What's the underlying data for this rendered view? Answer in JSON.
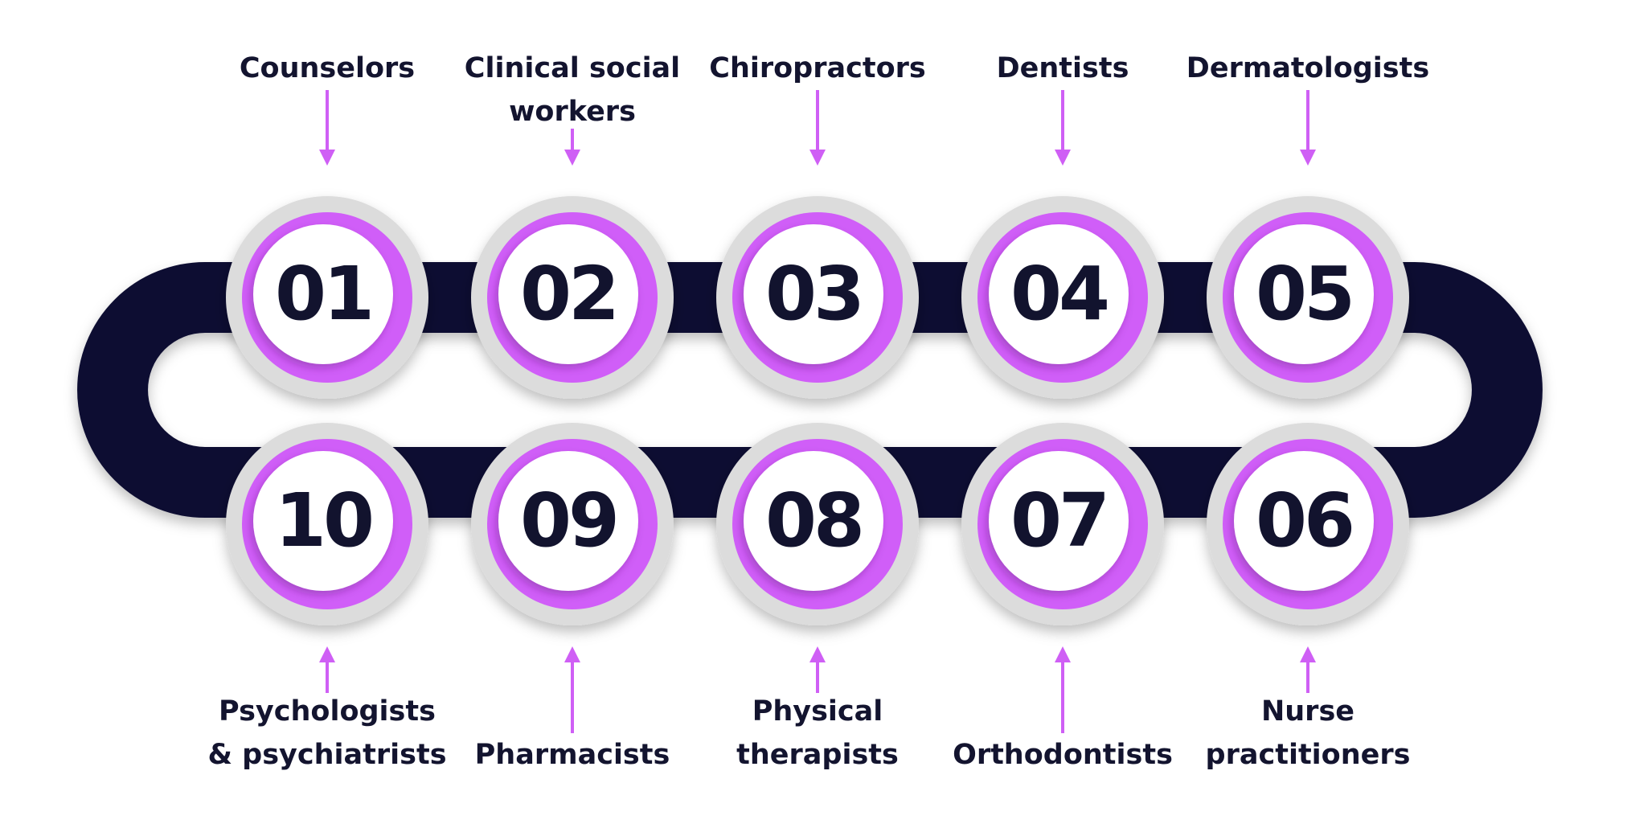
{
  "colors": {
    "track": "#0f1033",
    "ring_outer": "#dcdcdc",
    "ring_accent": "#d05ef8",
    "center": "#ffffff",
    "text": "#13142f",
    "arrow": "#cf5ff5"
  },
  "steps": [
    {
      "number": "01",
      "label_lines": [
        "Counselors"
      ]
    },
    {
      "number": "02",
      "label_lines": [
        "Clinical social",
        "workers"
      ]
    },
    {
      "number": "03",
      "label_lines": [
        "Chiropractors"
      ]
    },
    {
      "number": "04",
      "label_lines": [
        "Dentists"
      ]
    },
    {
      "number": "05",
      "label_lines": [
        "Dermatologists"
      ]
    },
    {
      "number": "06",
      "label_lines": [
        "Nurse",
        "practitioners"
      ]
    },
    {
      "number": "07",
      "label_lines": [
        "Orthodontists"
      ]
    },
    {
      "number": "08",
      "label_lines": [
        "Physical",
        "therapists"
      ]
    },
    {
      "number": "09",
      "label_lines": [
        "Pharmacists"
      ]
    },
    {
      "number": "10",
      "label_lines": [
        "Psychologists",
        "& psychiatrists"
      ]
    }
  ]
}
